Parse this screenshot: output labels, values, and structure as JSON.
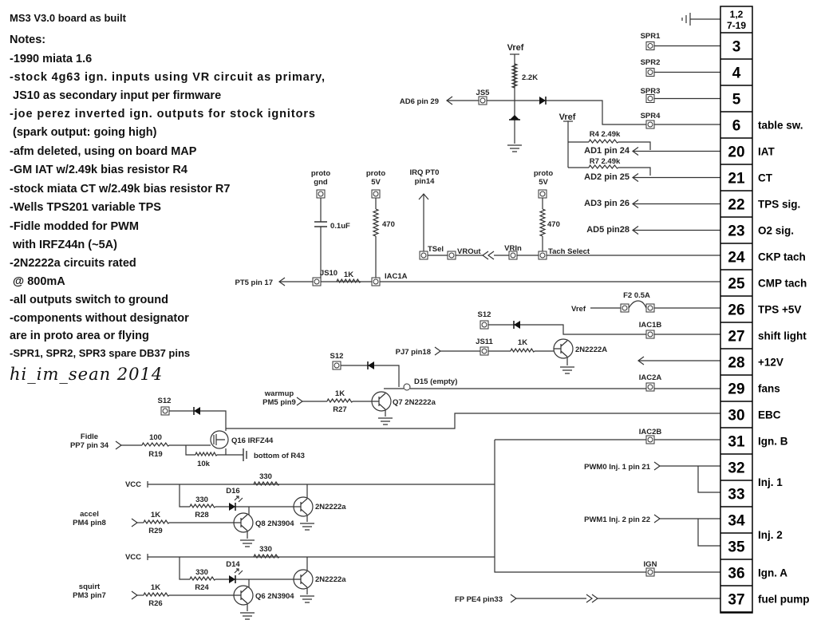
{
  "title": "MS3 V3.0 board as built",
  "notes": [
    "Notes:",
    "-1990 miata 1.6",
    "-stock 4g63 ign. inputs using VR circuit as primary,",
    " JS10 as secondary input per firmware",
    "-joe perez inverted ign. outputs for stock ignitors",
    " (spark output: going high)",
    "-afm deleted, using on board MAP",
    "-GM IAT w/2.49k bias resistor R4",
    "-stock miata CT w/2.49k bias resistor R7",
    "-Wells TPS201 variable TPS",
    "-Fidle modded for PWM",
    " with IRFZ44n (~5A)",
    "-2N2222a circuits rated",
    " @ 800mA",
    "-all outputs switch to ground",
    "-components without designator",
    "are in proto area or flying",
    "-SPR1, SPR2, SPR3 spare DB37 pins"
  ],
  "signature": "hi_im_sean 2014",
  "connector": {
    "ground_pins": [
      "1,2",
      "7-19"
    ],
    "pins": [
      {
        "pin": "3",
        "label": ""
      },
      {
        "pin": "4",
        "label": ""
      },
      {
        "pin": "5",
        "label": ""
      },
      {
        "pin": "6",
        "label": "table sw."
      },
      {
        "pin": "20",
        "label": "IAT"
      },
      {
        "pin": "21",
        "label": "CT"
      },
      {
        "pin": "22",
        "label": "TPS sig."
      },
      {
        "pin": "23",
        "label": "O2 sig."
      },
      {
        "pin": "24",
        "label": "CKP tach"
      },
      {
        "pin": "25",
        "label": "CMP tach"
      },
      {
        "pin": "26",
        "label": "TPS +5V"
      },
      {
        "pin": "27",
        "label": "shift light"
      },
      {
        "pin": "28",
        "label": "+12V"
      },
      {
        "pin": "29",
        "label": "fans"
      },
      {
        "pin": "30",
        "label": "EBC"
      },
      {
        "pin": "31",
        "label": "Ign. B"
      },
      {
        "pin": "32",
        "label": ""
      },
      {
        "pin": "33",
        "label": ""
      },
      {
        "pin": "34",
        "label": ""
      },
      {
        "pin": "35",
        "label": ""
      },
      {
        "pin": "36",
        "label": "Ign. A"
      },
      {
        "pin": "37",
        "label": "fuel pump"
      }
    ],
    "inj1_label": "Inj. 1",
    "inj2_label": "Inj. 2"
  },
  "schematic": {
    "spr1": "SPR1",
    "spr2": "SPR2",
    "spr3": "SPR3",
    "spr4": "SPR4",
    "vref": "Vref",
    "r_2k2": "2.2K",
    "js5": "JS5",
    "ad6": "AD6 pin 29",
    "vref2": "Vref",
    "r4": "R4 2.49k",
    "ad1": "AD1 pin 24",
    "r7": "R7 2.49k",
    "ad2": "AD2 pin 25",
    "ad3": "AD3 pin 26",
    "ad5": "AD5 pin28",
    "proto_gnd": [
      "proto",
      "gnd"
    ],
    "cap": "0.1uF",
    "proto_5v_a": [
      "proto",
      "5V"
    ],
    "r470_a": "470",
    "irq": [
      "IRQ PT0",
      "pin14"
    ],
    "proto_5v_b": [
      "proto",
      "5V"
    ],
    "r470_b": "470",
    "tsel": "TSel",
    "vrout": "VROut",
    "vrin": "VRIn",
    "tach_select": "Tach Select",
    "js10": "JS10",
    "r1k_js10": "1K",
    "iac1a": "IAC1A",
    "pt5": "PT5 pin 17",
    "vref3": "Vref",
    "f2": "F2 0.5A",
    "s12_a": "S12",
    "iac1b": "IAC1B",
    "pj7": "PJ7 pin18",
    "js11": "JS11",
    "r1k_js11": "1K",
    "q_shift": "2N2222A",
    "s12_b": "S12",
    "d15": "D15 (empty)",
    "iac2a": "IAC2A",
    "warmup": [
      "warmup",
      "PM5 pin9"
    ],
    "r27_val": "1K",
    "r27": "R27",
    "q7": "Q7 2N2222a",
    "s12_c": "S12",
    "q16": "Q16 IRFZ44",
    "fidle": [
      "Fidle",
      "PP7 pin 34"
    ],
    "r19_val": "100",
    "r19": "R19",
    "r10k": "10k",
    "r43": "bottom of R43",
    "iac2b": "IAC2B",
    "pwm0": "PWM0 Inj. 1 pin 21",
    "pwm1": "PWM1 Inj. 2 pin 22",
    "vcc_a": "VCC",
    "r330_a": "330",
    "d16": "D16",
    "r28_val": "330",
    "r28": "R28",
    "q_a": "2N2222a",
    "accel": [
      "accel",
      "PM4 pin8"
    ],
    "r29_val": "1K",
    "r29": "R29",
    "q8": "Q8 2N3904",
    "vcc_b": "VCC",
    "r330_b": "330",
    "d14": "D14",
    "r24_val": "330",
    "r24": "R24",
    "q_b": "2N2222a",
    "squirt": [
      "squirt",
      "PM3 pin7"
    ],
    "r26_val": "1K",
    "r26": "R26",
    "q6": "Q6 2N3904",
    "ign": "IGN",
    "fp": "FP PE4 pin33"
  }
}
